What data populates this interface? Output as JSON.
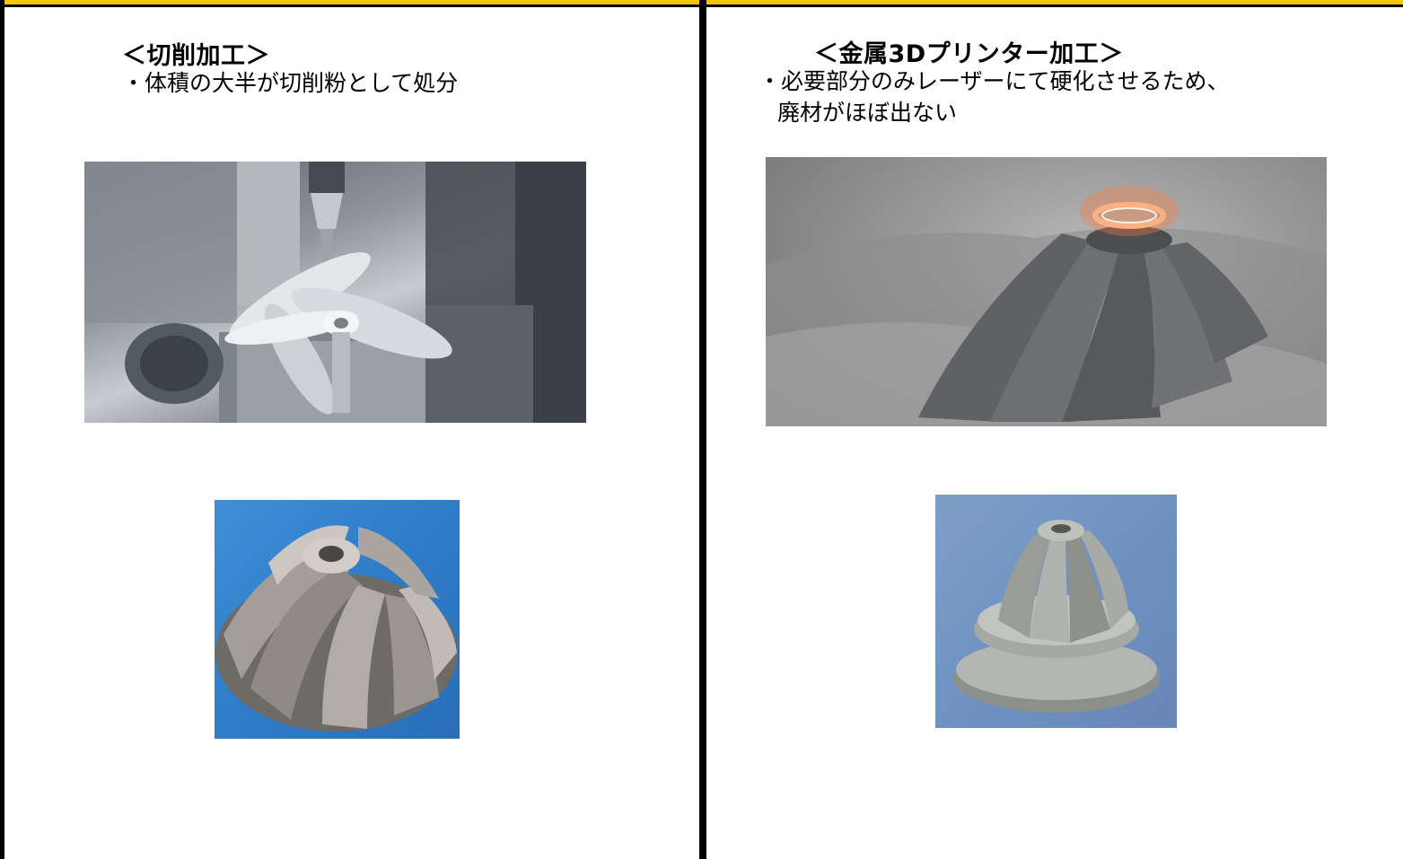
{
  "left_panel": {
    "heading": "＜切削加工＞",
    "bullet": "・体積の大半が切削粉として処分"
  },
  "right_panel": {
    "heading": "＜金属3Dプリンター加工＞",
    "bullet_line1": "・必要部分のみレーザーにて硬化させるため、",
    "bullet_line2": "廃材がほぼ出ない"
  },
  "colors": {
    "header_strip": "#f5c400",
    "frame": "#000000",
    "text": "#000000"
  }
}
